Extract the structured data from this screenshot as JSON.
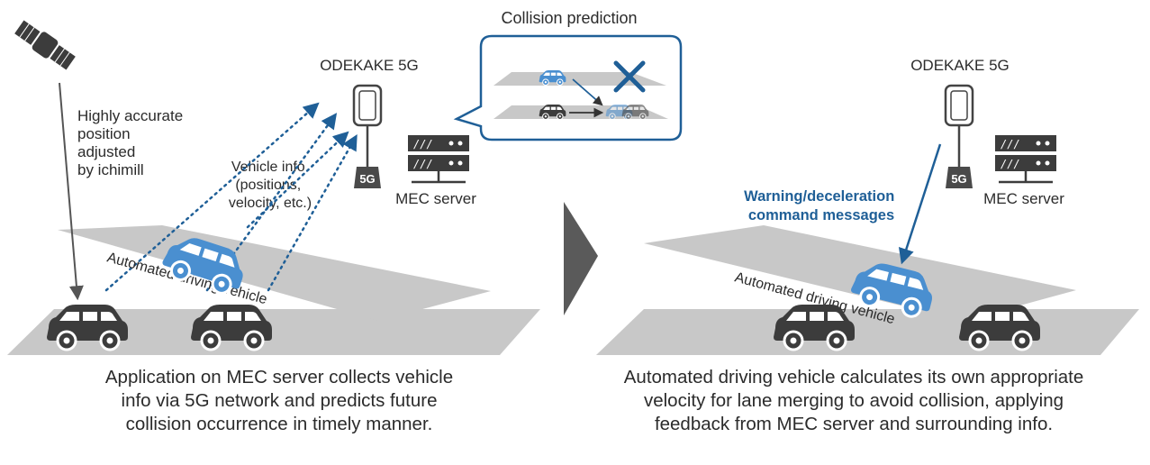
{
  "left_panel": {
    "satellite_note": [
      "Highly accurate",
      "position",
      "adjusted",
      "by ichimill"
    ],
    "network_label": "ODEKAKE 5G",
    "antenna_badge": "5G",
    "server_label": "MEC server",
    "vehicle_info": [
      "Vehicle info",
      "(positions,",
      "velocity, etc.)"
    ],
    "road_label": "Automated driving vehicle",
    "collision_title": "Collision prediction",
    "caption": "Application on MEC server collects vehicle\ninfo via 5G network and predicts future\ncollision occurrence in timely manner."
  },
  "right_panel": {
    "network_label": "ODEKAKE 5G",
    "antenna_badge": "5G",
    "server_label": "MEC server",
    "warning": [
      "Warning/deceleration",
      "command messages"
    ],
    "road_label": "Automated driving vehicle",
    "caption": "Automated driving vehicle calculates its own appropriate\nvelocity for lane merging to avoid collision, applying\nfeedback from MEC server and surrounding info."
  },
  "colors": {
    "road": "#c8c8c8",
    "car_dark": "#3c3c3c",
    "car_blue": "#4a8fd0",
    "accent_blue": "#1f5f97",
    "divider": "#5a5a5a",
    "text": "#2b2b2b"
  }
}
